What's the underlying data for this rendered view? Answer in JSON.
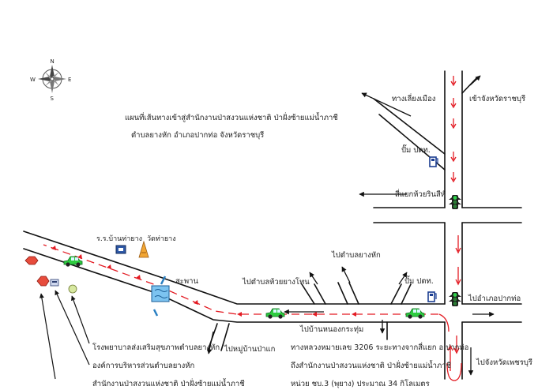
{
  "map": {
    "title": "แผนที่เส้นทางเข้าสู่สำนักงานป่าสงวนแห่งชาติ ป่าฝั่งซ้ายแม่น้ำภาชี",
    "subtitle": "ตำบลยางหัก อำเภอปากท่อ จังหวัดราชบุรี",
    "compass": {
      "n": "N",
      "s": "S",
      "e": "E",
      "w": "W"
    },
    "labels": {
      "to_muang": "ทางเลี่ยงเมือง",
      "to_ratchaburi": "เข้าจังหวัดราชบุรี",
      "ptt_top": "ปั๊ม ปตท.",
      "huai_rin_si": "สี่แยกห้วยรินสีห์",
      "to_pak_tho": "ไปอำเภอปากท่อ",
      "to_phetchaburi": "ไปจังหวัดเพชรบุรี",
      "ptt_bottom": "ปั๊ม ปตท.",
      "to_nong_krathum": "ไปบ้านหนองกระทุ่ม",
      "to_yang_hak": "ไปตำบลยางหัก",
      "to_huai_yang_thon": "ไปตำบลห้วยยางโทน",
      "to_pa_kae": "ไปหมู่บ้านป่าแก",
      "bridge": "สะพาน",
      "school": "ร.ร.บ้านท่ายาง",
      "temple": "วัดท่ายาง",
      "hospital": "โรงพยาบาลส่งเสริมสุขภาพตำบลยางหัก",
      "tao": "องค์การบริหารส่วนตำบลยางหัก",
      "office": "สำนักงานป่าสงวนแห่งชาติ ป่าฝั่งซ้ายแม่น้ำภาชี"
    },
    "route_note": {
      "line1": "ทางหลวงหมายเลข 3206 ระยะทางจากสี่แยก อ.ปากท่อ",
      "line2": "ถึงสำนักงานป่าสงวนแห่งชาติ ป่าฝั่งซ้ายแม่น้ำภาชี",
      "line3": "หน่วย ชบ.3 (พุยาง) ประมาณ 34 กิโลเมตร"
    },
    "icons": [
      "compass-rose-icon",
      "car-icon",
      "traffic-light-icon",
      "fuel-pump-icon",
      "bridge-icon",
      "school-icon",
      "temple-icon",
      "hospital-icon",
      "office-icon",
      "forest-office-icon"
    ],
    "colors": {
      "route": "#e31b23",
      "road": "#111111",
      "car": "#2ecc40",
      "traffic_light": "#1e8a2c"
    }
  }
}
